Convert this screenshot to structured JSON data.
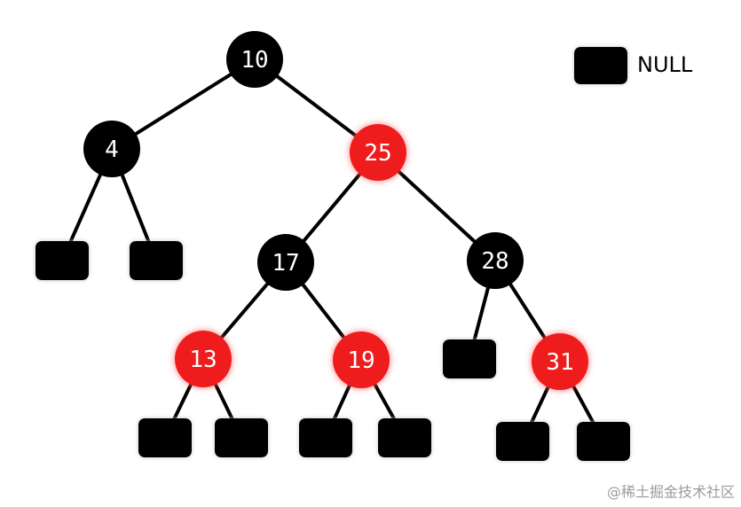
{
  "diagram": {
    "colors": {
      "black": "#000000",
      "red": "#ee1c1c",
      "red_glow": "#ff6b6b",
      "null_glow": "#bdbdbd",
      "edge": "#000000",
      "label": "#ffffff"
    },
    "nodes": [
      {
        "id": "n10",
        "label": "10",
        "color": "black"
      },
      {
        "id": "n4",
        "label": "4",
        "color": "black"
      },
      {
        "id": "n25",
        "label": "25",
        "color": "red"
      },
      {
        "id": "n17",
        "label": "17",
        "color": "black"
      },
      {
        "id": "n28",
        "label": "28",
        "color": "black"
      },
      {
        "id": "n13",
        "label": "13",
        "color": "red"
      },
      {
        "id": "n19",
        "label": "19",
        "color": "red"
      },
      {
        "id": "n31",
        "label": "31",
        "color": "red"
      }
    ],
    "null_leaves": [
      {
        "id": "null_4_left",
        "parent": "n4"
      },
      {
        "id": "null_4_right",
        "parent": "n4"
      },
      {
        "id": "null_13_left",
        "parent": "n13"
      },
      {
        "id": "null_13_right",
        "parent": "n13"
      },
      {
        "id": "null_19_left",
        "parent": "n19"
      },
      {
        "id": "null_19_right",
        "parent": "n19"
      },
      {
        "id": "null_28_left",
        "parent": "n28"
      },
      {
        "id": "null_31_left",
        "parent": "n31"
      },
      {
        "id": "null_31_right",
        "parent": "n31"
      }
    ],
    "edges": [
      {
        "from": "n10",
        "to": "n4"
      },
      {
        "from": "n10",
        "to": "n25"
      },
      {
        "from": "n4",
        "to": "null_4_left"
      },
      {
        "from": "n4",
        "to": "null_4_right"
      },
      {
        "from": "n25",
        "to": "n17"
      },
      {
        "from": "n25",
        "to": "n28"
      },
      {
        "from": "n17",
        "to": "n13"
      },
      {
        "from": "n17",
        "to": "n19"
      },
      {
        "from": "n28",
        "to": "null_28_left"
      },
      {
        "from": "n28",
        "to": "n31"
      },
      {
        "from": "n13",
        "to": "null_13_left"
      },
      {
        "from": "n13",
        "to": "null_13_right"
      },
      {
        "from": "n19",
        "to": "null_19_left"
      },
      {
        "from": "n19",
        "to": "null_19_right"
      },
      {
        "from": "n31",
        "to": "null_31_left"
      },
      {
        "from": "n31",
        "to": "null_31_right"
      }
    ],
    "legend": {
      "label": "NULL"
    }
  },
  "watermark": {
    "text": "@稀土掘金技术社区"
  }
}
